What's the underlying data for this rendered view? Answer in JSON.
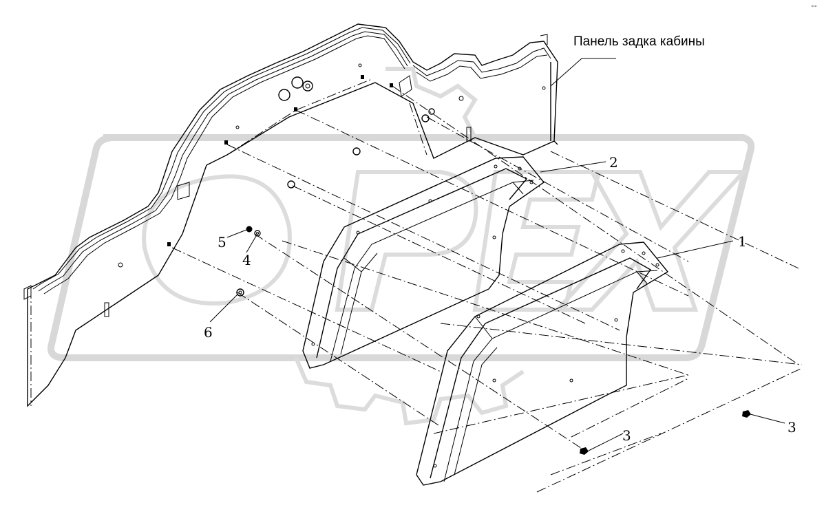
{
  "diagram": {
    "panel_label": "Панель задка кабины",
    "callouts": {
      "c1": "1",
      "c2": "2",
      "c3a": "3",
      "c3b": "3",
      "c4": "4",
      "c5": "5",
      "c6": "6"
    },
    "corner_mark": "°°"
  }
}
